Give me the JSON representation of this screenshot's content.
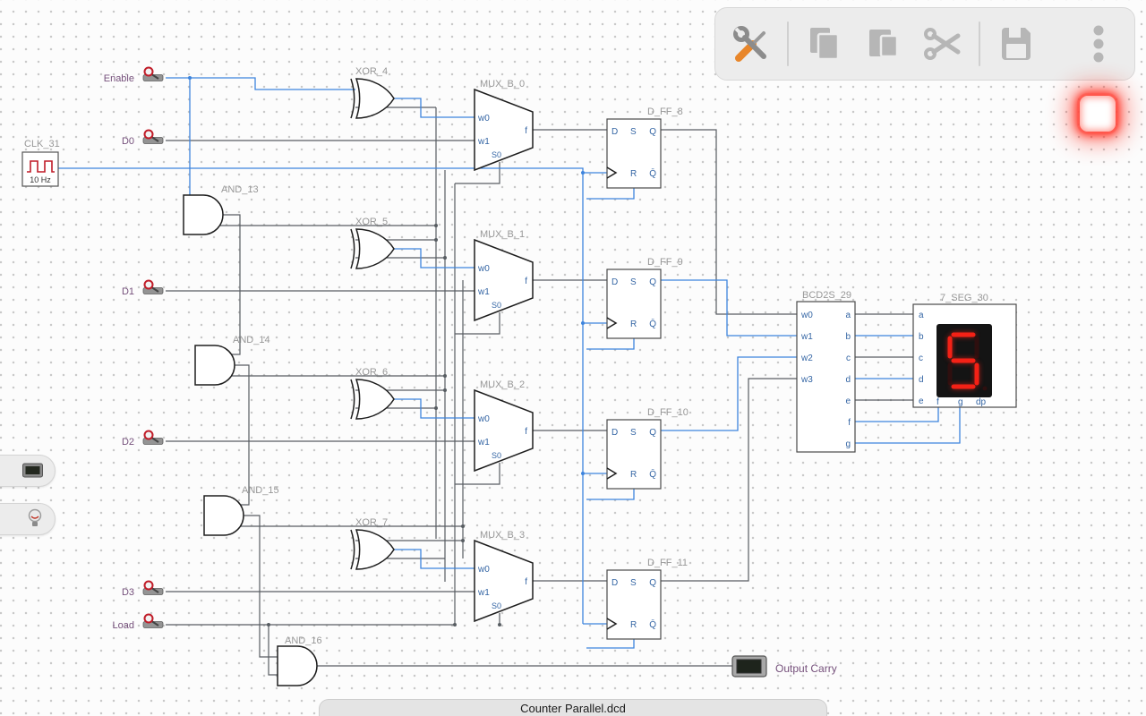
{
  "window": {
    "filename": "Counter Parallel.dcd"
  },
  "toolbar": {
    "icons": [
      {
        "name": "tools",
        "enabled": true
      },
      {
        "name": "copy",
        "enabled": false
      },
      {
        "name": "paste",
        "enabled": false
      },
      {
        "name": "cut",
        "enabled": false
      },
      {
        "name": "save",
        "enabled": false
      },
      {
        "name": "overflow-menu",
        "enabled": false
      }
    ]
  },
  "run_button": {
    "state": "active",
    "glow_color": "#ff2015"
  },
  "palette": [
    {
      "name": "display-component"
    },
    {
      "name": "bulb-component"
    }
  ],
  "circuit": {
    "clock": {
      "label": "CLK_31",
      "frequency": "10 Hz"
    },
    "switches": [
      {
        "label": "Enable"
      },
      {
        "label": "D0"
      },
      {
        "label": "D1"
      },
      {
        "label": "D2"
      },
      {
        "label": "D3"
      },
      {
        "label": "Load"
      }
    ],
    "xor_gates": [
      {
        "label": "XOR_4"
      },
      {
        "label": "XOR_5"
      },
      {
        "label": "XOR_6"
      },
      {
        "label": "XOR_7"
      }
    ],
    "and_gates": [
      {
        "label": "AND_13"
      },
      {
        "label": "AND_14"
      },
      {
        "label": "AND_15"
      },
      {
        "label": "AND_16"
      }
    ],
    "muxes": [
      {
        "label": "MUX_B_0",
        "in0": "w0",
        "in1": "w1",
        "sel": "S0",
        "out": "f"
      },
      {
        "label": "MUX_B_1",
        "in0": "w0",
        "in1": "w1",
        "sel": "S0",
        "out": "f"
      },
      {
        "label": "MUX_B_2",
        "in0": "w0",
        "in1": "w1",
        "sel": "S0",
        "out": "f"
      },
      {
        "label": "MUX_B_3",
        "in0": "w0",
        "in1": "w1",
        "sel": "S0",
        "out": "f"
      }
    ],
    "flipflops": [
      {
        "label": "D_FF_8",
        "d": "D",
        "s": "S",
        "q": "Q",
        "r": "R",
        "qbar": "Q̄"
      },
      {
        "label": "D_FF_9",
        "d": "D",
        "s": "S",
        "q": "Q",
        "r": "R",
        "qbar": "Q̄"
      },
      {
        "label": "D_FF_10",
        "d": "D",
        "s": "S",
        "q": "Q",
        "r": "R",
        "qbar": "Q̄"
      },
      {
        "label": "D_FF_11",
        "d": "D",
        "s": "S",
        "q": "Q",
        "r": "R",
        "qbar": "Q̄"
      }
    ],
    "decoder": {
      "label": "BCD2S_29",
      "inputs": [
        "w0",
        "w1",
        "w2",
        "w3"
      ],
      "outputs": [
        "a",
        "b",
        "c",
        "d",
        "e",
        "f",
        "g"
      ]
    },
    "seven_seg": {
      "label": "7_SEG_30",
      "value": "5",
      "left_pins": [
        "a",
        "b",
        "c",
        "d",
        "e"
      ],
      "bottom_pins": [
        "f",
        "g",
        "dp"
      ]
    },
    "output_led": {
      "label": "Output Carry"
    }
  }
}
